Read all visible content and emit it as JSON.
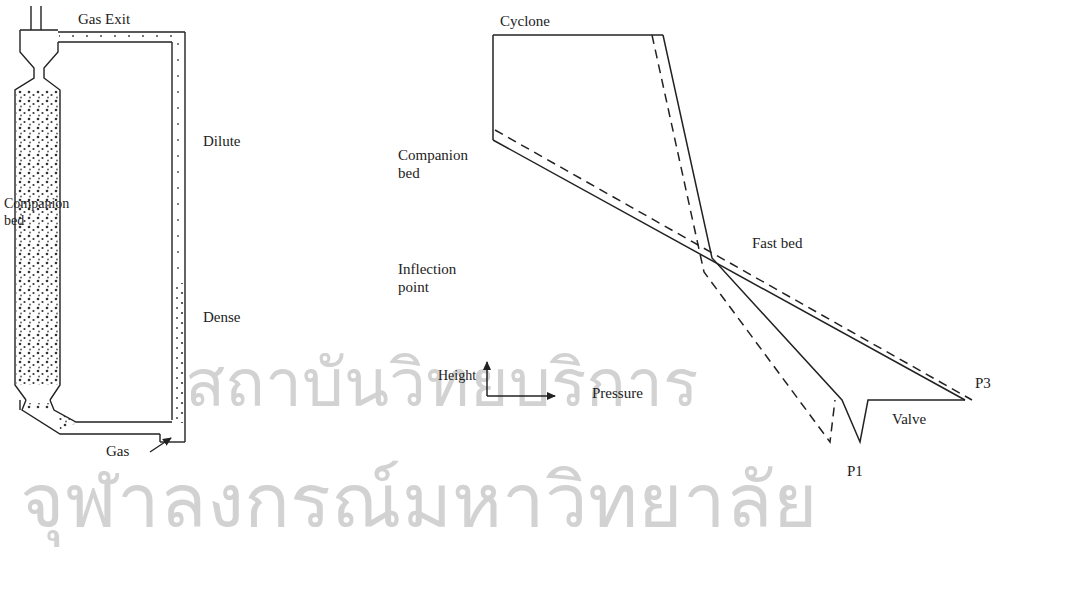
{
  "diagram": {
    "labels": [
      "Gas Exit",
      "Cyclone",
      "Dilute",
      "Companion bed",
      "Companion bed",
      "Fast bed",
      "Inflection point",
      "Dense",
      "Height",
      "Pressure",
      "Valve",
      "P3",
      "P1",
      "Gas",
      "สถาบันวิทยบริการ",
      "จุฬาลงกรณ์มหาวิทยาลัย"
    ]
  }
}
